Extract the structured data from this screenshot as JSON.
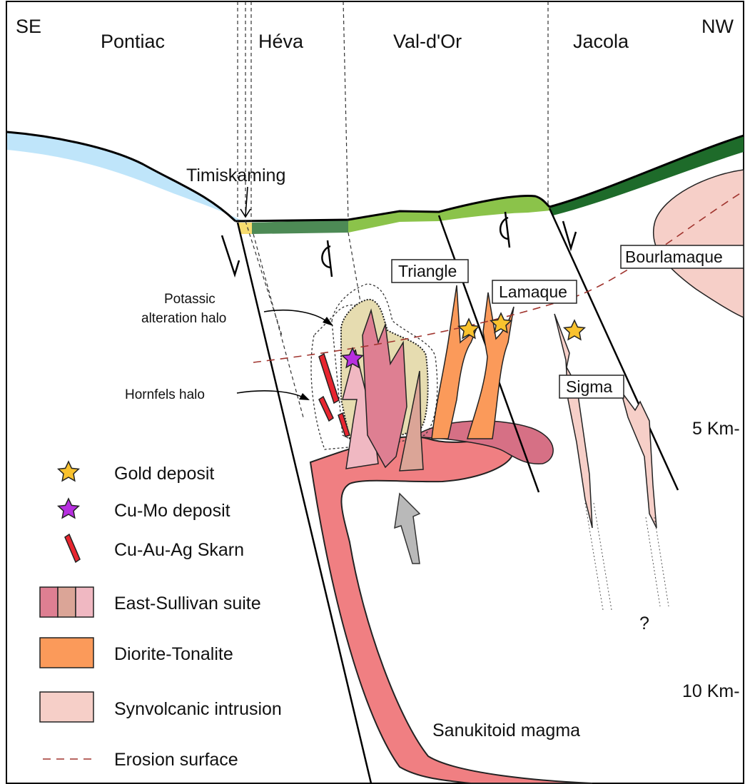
{
  "regions": {
    "se": "SE",
    "pontiac": "Pontiac",
    "heva": "Héva",
    "valdor": "Val-d'Or",
    "jacola": "Jacola",
    "nw": "NW"
  },
  "annotations": {
    "timiskaming": "Timiskaming",
    "potassic_line1": "Potassic",
    "potassic_line2": "alteration halo",
    "hornfels": "Hornfels halo",
    "triangle": "Triangle",
    "lamaque": "Lamaque",
    "bourlamaque": "Bourlamaque",
    "sigma": "Sigma",
    "depth_5": "5 Km-",
    "depth_10": "10 Km-",
    "question": "?",
    "sanukitoid": "Sanukitoid magma"
  },
  "legend": {
    "gold": "Gold deposit",
    "cumo": "Cu-Mo deposit",
    "skarn": "Cu-Au-Ag Skarn",
    "east_sullivan": "East-Sullivan suite",
    "diorite": "Diorite-Tonalite",
    "synvolcanic": "Synvolcanic intrusion",
    "erosion": "Erosion surface"
  },
  "colors": {
    "sky_blue": "#bfe5fa",
    "dark_green": "#1e6b2a",
    "mid_green": "#4d8a55",
    "light_green": "#8bc34a",
    "yellow": "#f7dc6f",
    "magma": "#f07f82",
    "es_dark": "#de7f92",
    "es_mid": "#dba597",
    "es_light": "#f0b8c2",
    "diorite": "#fb9a5a",
    "synvolcanic": "#f6cfc8",
    "potassic": "#e6dcb0",
    "gold_star": "#f9c22e",
    "cumo_star": "#b72fe0",
    "skarn": "#e8252f",
    "erosion": "#a0342e",
    "arrow_grey": "#b9b9b9"
  }
}
